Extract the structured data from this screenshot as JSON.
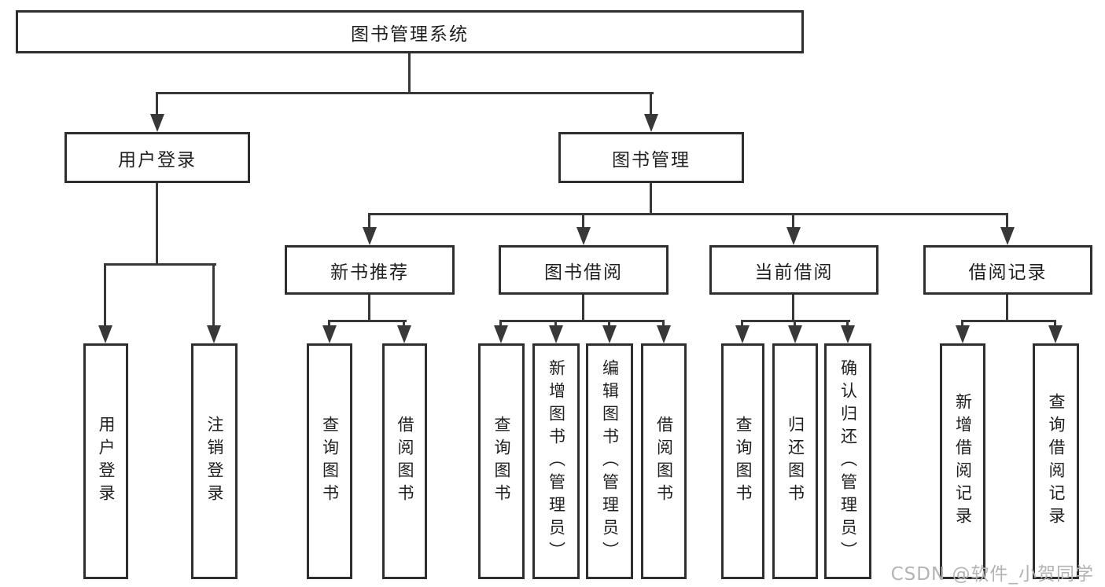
{
  "nodes": {
    "root": "图书管理系统",
    "level2": {
      "user_login": "用户登录",
      "book_management": "图书管理"
    },
    "level3": {
      "new_book_recommend": "新书推荐",
      "book_borrow": "图书借阅",
      "current_borrow": "当前借阅",
      "borrow_records": "借阅记录"
    },
    "leaves": {
      "user_login_children": [
        "用户登录",
        "注销登录"
      ],
      "new_book_recommend_children": [
        "查询图书",
        "借阅图书"
      ],
      "book_borrow_children": [
        "查询图书",
        "新增图书（管理员）",
        "编辑图书（管理员）",
        "借阅图书"
      ],
      "current_borrow_children": [
        "查询图书",
        "归还图书",
        "确认归还（管理员）"
      ],
      "borrow_records_children": [
        "新增借阅记录",
        "查询借阅记录"
      ]
    }
  },
  "watermark": "CSDN @软件_小贺同学",
  "colors": {
    "line": "#383838",
    "border": "#2e2e2e",
    "text": "#1f1f1f",
    "watermark": "#b3b3b3",
    "background": "#ffffff"
  }
}
